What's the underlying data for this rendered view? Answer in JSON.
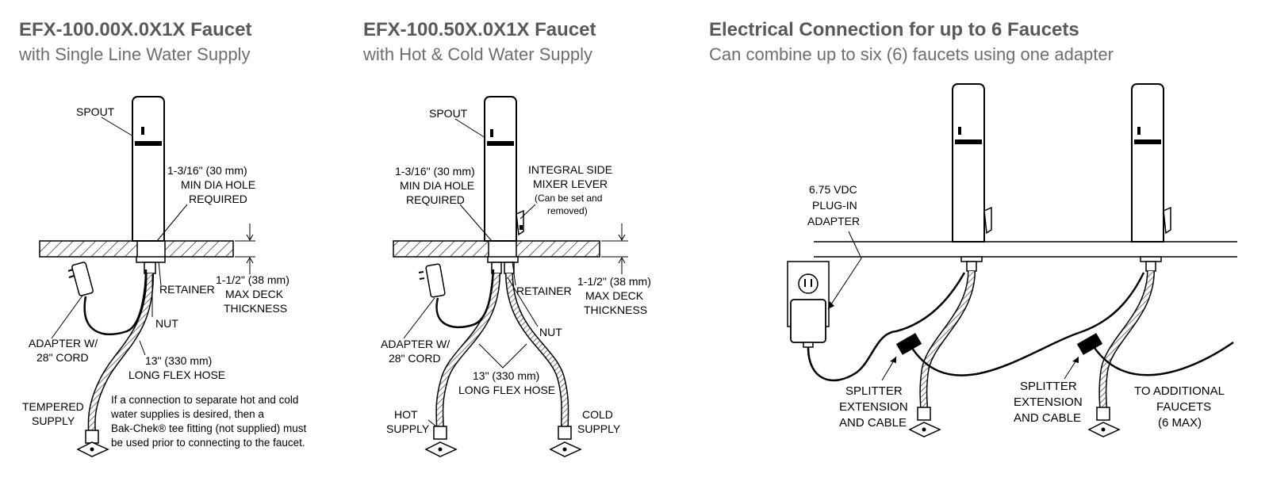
{
  "panels": [
    {
      "title": "EFX-100.00X.0X1X Faucet",
      "subtitle": "with Single Line Water Supply"
    },
    {
      "title": "EFX-100.50X.0X1X Faucet",
      "subtitle": "with Hot & Cold Water Supply"
    },
    {
      "title": "Electrical Connection for up to 6 Faucets",
      "subtitle": "Can combine up to six (6) faucets using one adapter"
    }
  ],
  "labels": {
    "spout": "SPOUT",
    "hole_1": "1-3/16\" (30 mm)",
    "hole_2": "MIN DIA HOLE",
    "hole_3": "REQUIRED",
    "retainer": "RETAINER",
    "nut": "NUT",
    "deck_1": "1-1/2\" (38 mm)",
    "deck_2": "MAX DECK",
    "deck_3": "THICKNESS",
    "adapter_1": "ADAPTER W/",
    "adapter_2": "28\" CORD",
    "hose_1": "13\" (330 mm)",
    "hose_2": "LONG FLEX HOSE",
    "tempered_1": "TEMPERED",
    "tempered_2": "SUPPLY",
    "mixer_1": "INTEGRAL SIDE",
    "mixer_2": "MIXER LEVER",
    "mixer_3": "(Can be set and",
    "mixer_4": "removed)",
    "hot_1": "HOT",
    "hot_2": "SUPPLY",
    "cold_1": "COLD",
    "cold_2": "SUPPLY",
    "plugin_1": "6.75 VDC",
    "plugin_2": "PLUG-IN",
    "plugin_3": "ADAPTER",
    "split_1": "SPLITTER",
    "split_2": "EXTENSION",
    "split_3": "AND CABLE",
    "additional_1": "TO ADDITIONAL",
    "additional_2": "FAUCETS",
    "additional_3": "(6 MAX)"
  },
  "note": [
    "If a connection to separate hot and cold",
    "water supplies is desired, then a",
    "Bak-Chek® tee fitting (not supplied) must",
    "be used prior to connecting to the faucet."
  ]
}
